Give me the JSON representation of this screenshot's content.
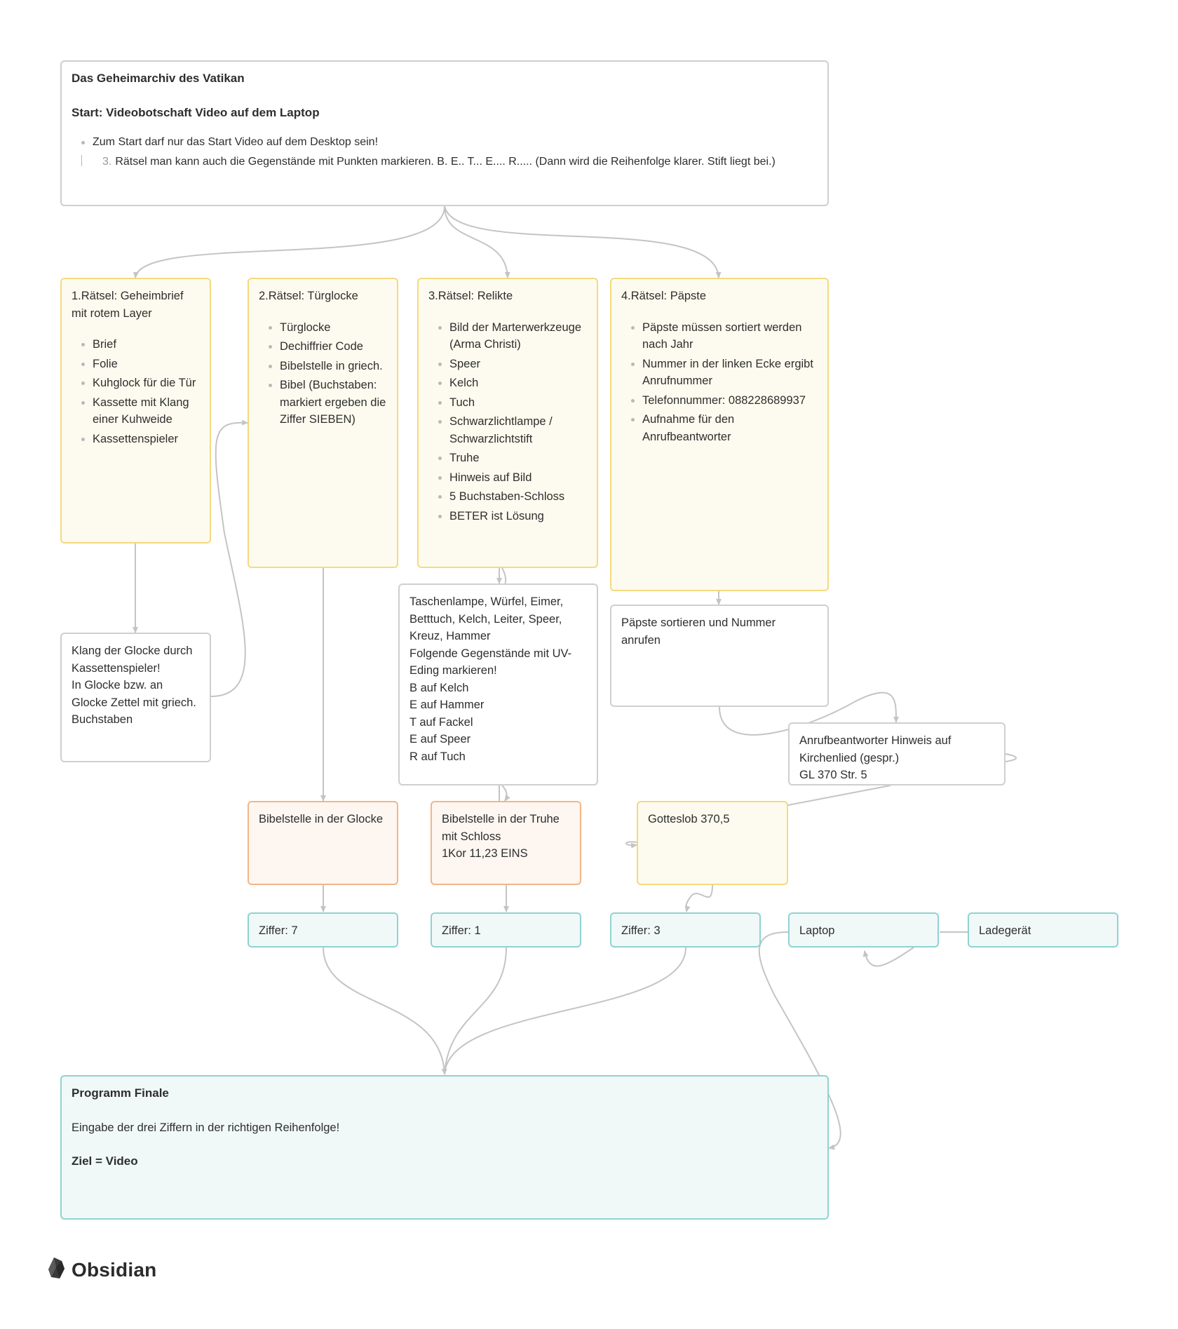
{
  "start": {
    "title": "Das Geheimarchiv des Vatikan",
    "subtitle": "Start: Videobotschaft Video auf dem Laptop",
    "bullet1": "Zum Start darf nur das Start Video auf dem Desktop sein!",
    "bullet2_num": "3.",
    "bullet2": "Rätsel man kann auch die Gegenstände mit Punkten markieren. B. E.. T... E.... R..... (Dann wird die Reihenfolge klarer. Stift liegt bei.)"
  },
  "puzzle1": {
    "title": "1.Rätsel: Geheimbrief mit rotem Layer",
    "items": [
      "Brief",
      "Folie",
      "Kuhglock für die Tür",
      "Kassette mit Klang einer Kuhweide",
      "Kassettenspieler"
    ]
  },
  "puzzle2": {
    "title": "2.Rätsel: Türglocke",
    "items": [
      "Türglocke",
      "Dechiffrier Code",
      "Bibelstelle in griech.",
      "Bibel (Buchstaben: markiert ergeben die Ziffer SIEBEN)"
    ]
  },
  "puzzle3": {
    "title": "3.Rätsel: Relikte",
    "items": [
      "Bild der Marterwerkzeuge (Arma Christi)",
      "Speer",
      "Kelch",
      "Tuch",
      "Schwarzlichtlampe / Schwarzlichtstift",
      "Truhe",
      "Hinweis auf Bild",
      "5 Buchstaben-Schloss",
      "BETER ist Lösung"
    ]
  },
  "puzzle4": {
    "title": "4.Rätsel: Päpste",
    "items": [
      "Päpste müssen sortiert werden nach Jahr",
      "Nummer in der linken Ecke ergibt Anrufnummer",
      "Telefonnummer: 088228689937",
      "Aufnahme für den Anrufbeantworter"
    ]
  },
  "glocke_note": {
    "lines": [
      "Klang der Glocke durch Kassettenspieler!",
      "In Glocke bzw. an Glocke Zettel mit griech. Buchstaben"
    ]
  },
  "items_note": {
    "lines": [
      "Taschenlampe, Würfel, Eimer, Betttuch, Kelch, Leiter, Speer, Kreuz, Hammer",
      "Folgende Gegenstände mit UV-Eding markieren!",
      "B auf Kelch",
      "E auf Hammer",
      "T auf Fackel",
      "E auf Speer",
      "R auf Tuch"
    ]
  },
  "paepste_note": {
    "text": "Päpste sortieren und Nummer anrufen"
  },
  "anrufbeantworter": {
    "lines": [
      "Anrufbeantworter Hinweis auf Kirchenlied (gespr.)",
      "GL 370 Str. 5"
    ]
  },
  "bibel_glocke": {
    "text": "Bibelstelle in der Glocke"
  },
  "bibel_truhe": {
    "lines": [
      "Bibelstelle in der Truhe mit Schloss",
      "1Kor 11,23 EINS"
    ]
  },
  "gotteslob": {
    "text": "Gotteslob 370,5"
  },
  "ziffer7": {
    "text": "Ziffer: 7"
  },
  "ziffer1": {
    "text": "Ziffer: 1"
  },
  "ziffer3": {
    "text": "Ziffer: 3"
  },
  "laptop": {
    "text": "Laptop"
  },
  "ladegeraet": {
    "text": "Ladegerät"
  },
  "finale": {
    "title": "Programm Finale",
    "text": "Eingabe der drei Ziffern in der richtigen Reihenfolge!",
    "goal": "Ziel = Video"
  },
  "brand": {
    "name": "Obsidian",
    "logo_icon": "obsidian-logo-icon"
  },
  "colors": {
    "edge": "#c4c4c4",
    "border_gray": "#cfcfcf",
    "yellow_border": "#f5d97f",
    "yellow_fill": "#fdfbef",
    "orange_border": "#f3b586",
    "orange_fill": "#fdf6f1",
    "cyan_border": "#8fd3d1",
    "cyan_fill": "#f1f8f8"
  }
}
